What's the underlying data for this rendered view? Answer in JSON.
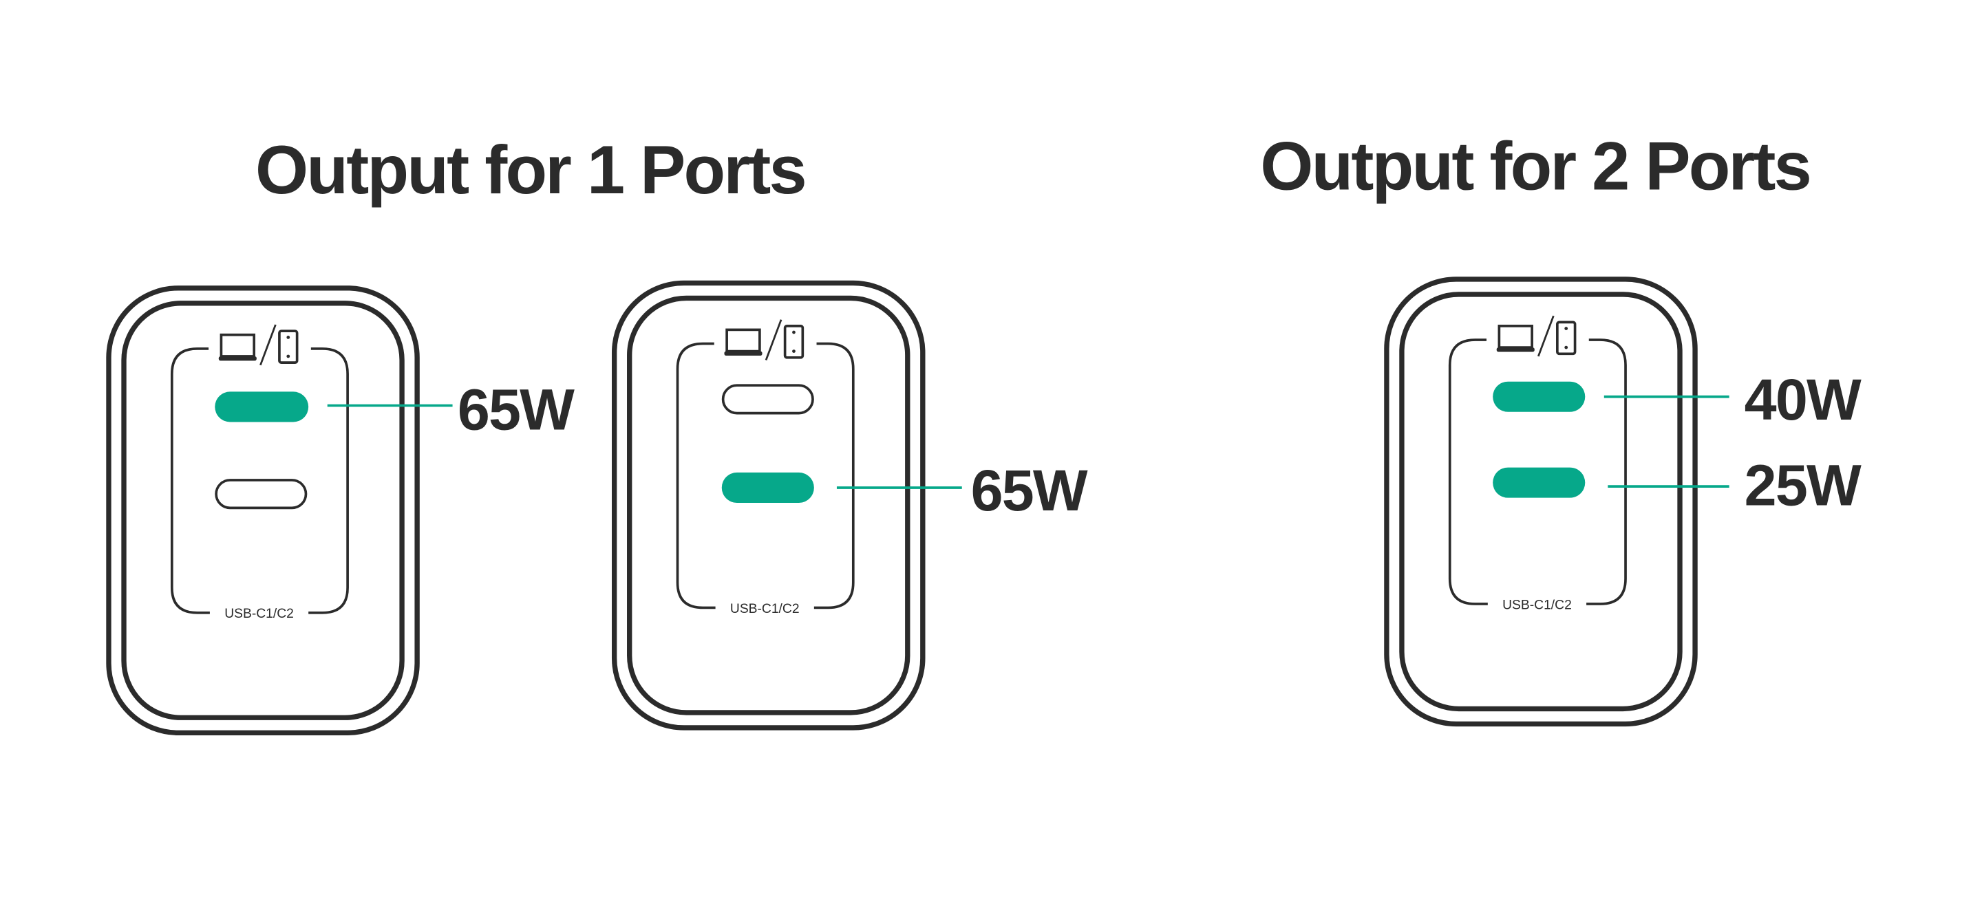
{
  "colors": {
    "accent": "#06a88a",
    "ink": "#2b2b2b"
  },
  "sections": [
    {
      "title": "Output for 1 Ports"
    },
    {
      "title": "Output for 2 Ports"
    }
  ],
  "chargers": [
    {
      "port_label": "USB-C1/C2",
      "active_ports": [
        "C1"
      ],
      "outputs": [
        "65W"
      ]
    },
    {
      "port_label": "USB-C1/C2",
      "active_ports": [
        "C2"
      ],
      "outputs": [
        "65W"
      ]
    },
    {
      "port_label": "USB-C1/C2",
      "active_ports": [
        "C1",
        "C2"
      ],
      "outputs": [
        "40W",
        "25W"
      ]
    }
  ],
  "icons": [
    "laptop-icon",
    "phone-icon"
  ]
}
